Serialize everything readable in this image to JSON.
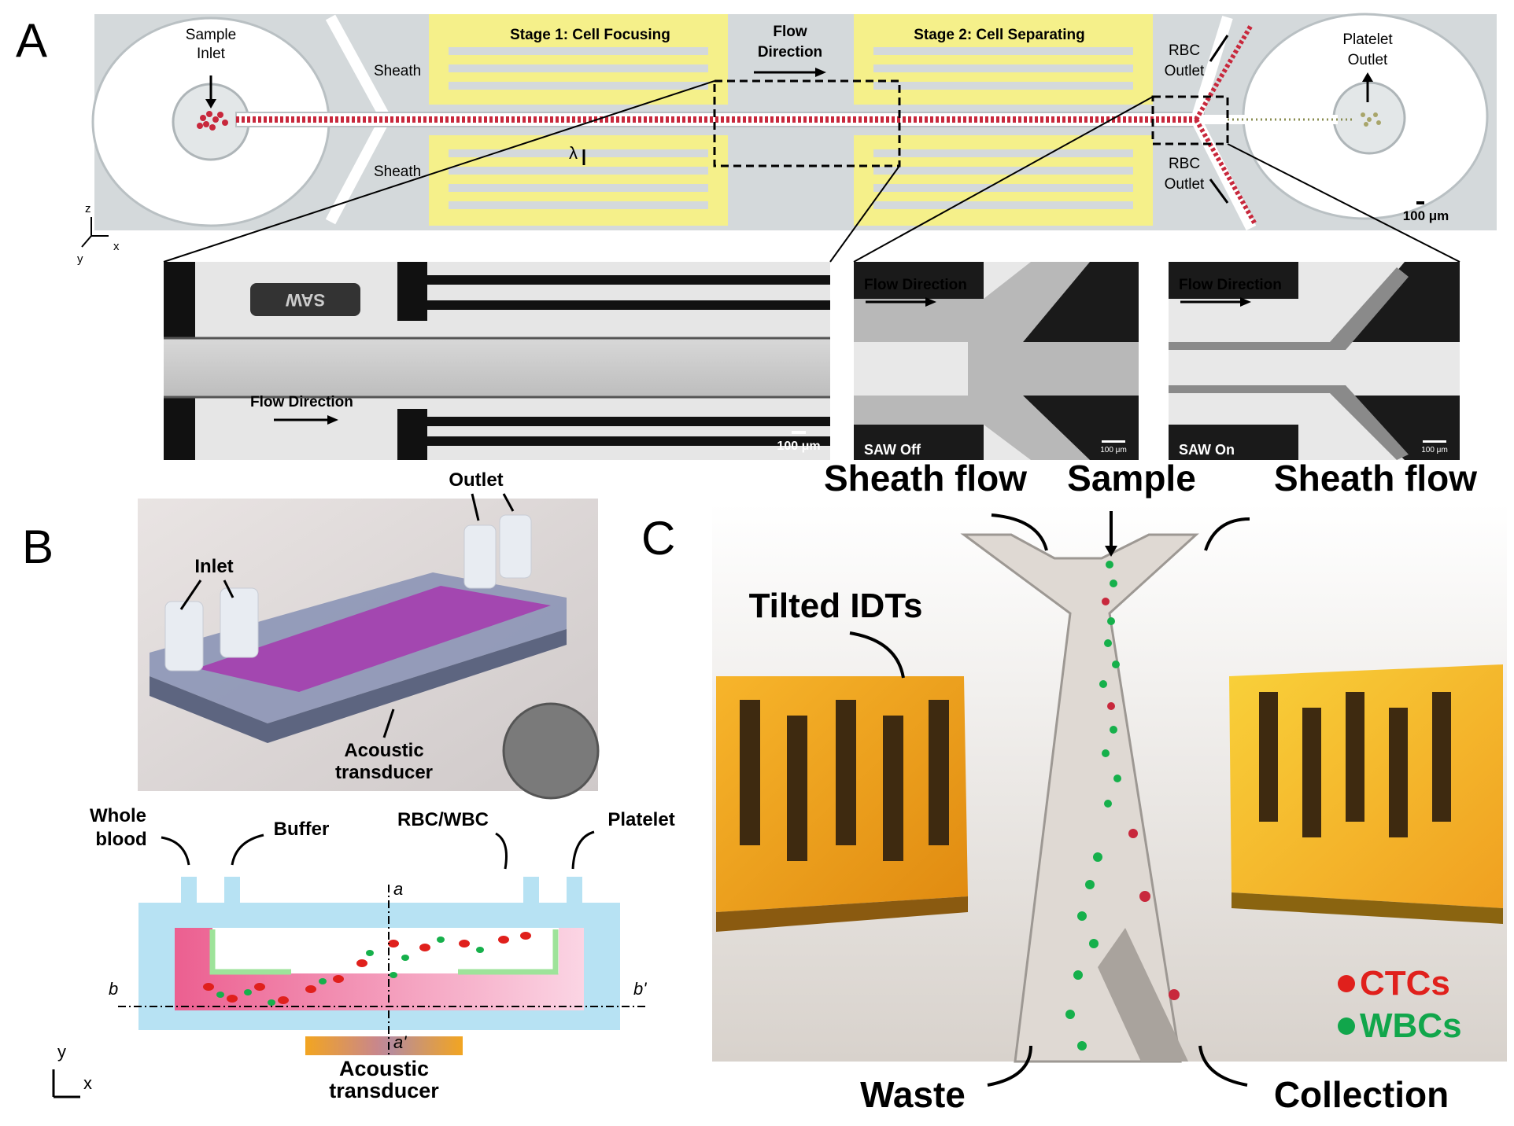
{
  "panels": {
    "A": {
      "letter": "A",
      "sample_inlet": [
        "Sample",
        "Inlet"
      ],
      "sheath_top": "Sheath",
      "sheath_bottom": "Sheath",
      "stage1": "Stage 1: Cell Focusing",
      "stage2": "Stage 2: Cell Separating",
      "flow_direction": [
        "Flow",
        "Direction"
      ],
      "rbc_outlet_top": [
        "RBC",
        "Outlet"
      ],
      "rbc_outlet_bottom": [
        "RBC",
        "Outlet"
      ],
      "platelet_outlet": [
        "Platelet",
        "Outlet"
      ],
      "lambda": "λ",
      "scale": "100 μm",
      "axis_z": "z",
      "axis_x": "x",
      "axis_y": "y",
      "micro_left_flow": "Flow Direction",
      "micro_left_scale": "100 μm",
      "micro_left_chip_text": "SAW",
      "micro_mid_flow": "Flow Direction",
      "micro_mid_state": "SAW Off",
      "micro_mid_scale": "100 μm",
      "micro_right_flow": "Flow Direction",
      "micro_right_state": "SAW On",
      "micro_right_scale": "100 μm"
    },
    "B": {
      "letter": "B",
      "photo_outlet": "Outlet",
      "photo_inlet": "Inlet",
      "photo_transducer": [
        "Acoustic",
        "transducer"
      ],
      "whole_blood": [
        "Whole",
        "blood"
      ],
      "buffer": "Buffer",
      "rbc_wbc": "RBC/WBC",
      "platelet": "Platelet",
      "a": "a",
      "a_prime": "a'",
      "b": "b",
      "b_prime": "b'",
      "transducer": [
        "Acoustic",
        "transducer"
      ],
      "axis_y": "y",
      "axis_x": "x"
    },
    "C": {
      "letter": "C",
      "sheath_left": "Sheath flow",
      "sample": "Sample",
      "sheath_right": "Sheath flow",
      "tilted_idts": "Tilted IDTs",
      "waste": "Waste",
      "collection": "Collection",
      "legend": [
        {
          "label": "CTCs",
          "color": "#e0201c"
        },
        {
          "label": "WBCs",
          "color": "#11a64b"
        }
      ]
    }
  },
  "colors": {
    "electrode": "#f5f08a",
    "channel_cells": "#c8283c",
    "chip_gray": "#d4d9db",
    "pdms_blue": "#b7e2f3",
    "blood_pink": "#ef6f9d",
    "idt_gold": "#f0a020"
  }
}
